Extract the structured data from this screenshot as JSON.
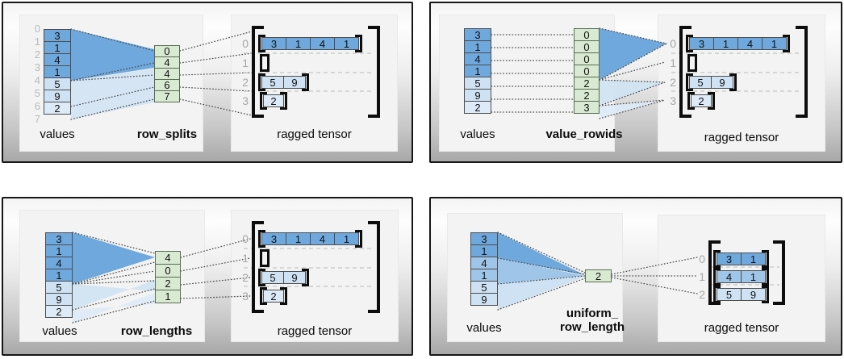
{
  "colors": {
    "blue-dark": "#6fa8dc",
    "blue-mid": "#9fc5e8",
    "blue-light": "#cfe2f3",
    "blue-lighter": "#ddeaf7",
    "green": "#d9ead3"
  },
  "panels": {
    "row_splits": {
      "values_label": "values",
      "param_label": "row_splits",
      "result_label": "ragged tensor",
      "indices": [
        "0",
        "1",
        "2",
        "3",
        "4",
        "5",
        "6",
        "7"
      ],
      "values": [
        "3",
        "1",
        "4",
        "1",
        "5",
        "9",
        "2"
      ],
      "param": [
        "0",
        "4",
        "4",
        "6",
        "7"
      ],
      "rows": [
        {
          "label": "0",
          "cells": [
            "3",
            "1",
            "4",
            "1"
          ]
        },
        {
          "label": "1",
          "cells": []
        },
        {
          "label": "2",
          "cells": [
            "5",
            "9"
          ]
        },
        {
          "label": "3",
          "cells": [
            "2"
          ]
        }
      ]
    },
    "value_rowids": {
      "values_label": "values",
      "param_label": "value_rowids",
      "result_label": "ragged tensor",
      "values": [
        "3",
        "1",
        "4",
        "1",
        "5",
        "9",
        "2"
      ],
      "param": [
        "0",
        "0",
        "0",
        "0",
        "2",
        "2",
        "3"
      ],
      "rows": [
        {
          "label": "0",
          "cells": [
            "3",
            "1",
            "4",
            "1"
          ]
        },
        {
          "label": "1",
          "cells": []
        },
        {
          "label": "2",
          "cells": [
            "5",
            "9"
          ]
        },
        {
          "label": "3",
          "cells": [
            "2"
          ]
        }
      ]
    },
    "row_lengths": {
      "values_label": "values",
      "param_label": "row_lengths",
      "result_label": "ragged tensor",
      "values": [
        "3",
        "1",
        "4",
        "1",
        "5",
        "9",
        "2"
      ],
      "param": [
        "4",
        "0",
        "2",
        "1"
      ],
      "rows": [
        {
          "label": "0",
          "cells": [
            "3",
            "1",
            "4",
            "1"
          ]
        },
        {
          "label": "1",
          "cells": []
        },
        {
          "label": "2",
          "cells": [
            "5",
            "9"
          ]
        },
        {
          "label": "3",
          "cells": [
            "2"
          ]
        }
      ]
    },
    "uniform_row_length": {
      "values_label": "values",
      "param_label": "uniform_\nrow_length",
      "result_label": "ragged tensor",
      "values": [
        "3",
        "1",
        "4",
        "1",
        "5",
        "9"
      ],
      "param": [
        "2"
      ],
      "rows": [
        {
          "label": "0",
          "cells": [
            "3",
            "1"
          ]
        },
        {
          "label": "1",
          "cells": [
            "4",
            "1"
          ]
        },
        {
          "label": "2",
          "cells": [
            "5",
            "9"
          ]
        }
      ]
    }
  }
}
